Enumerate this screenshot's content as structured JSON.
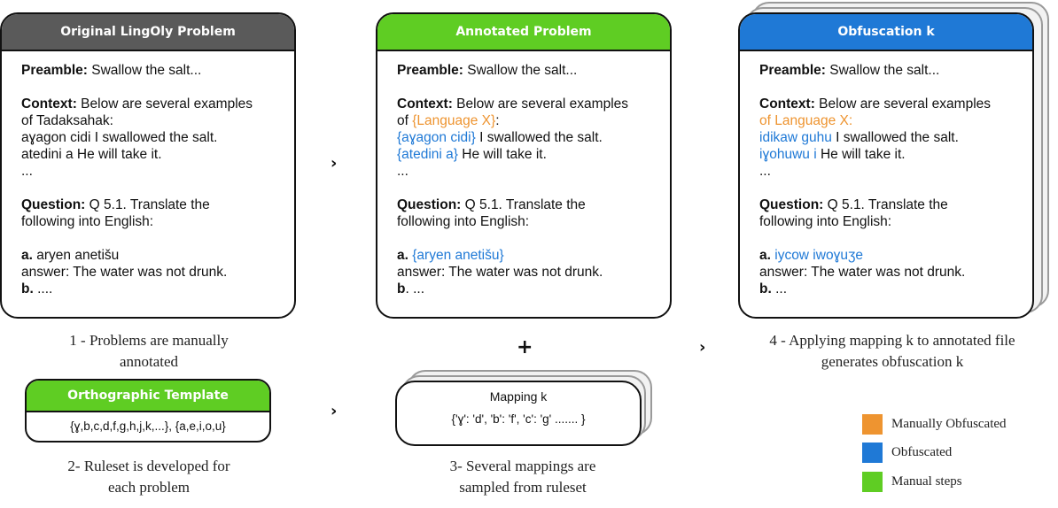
{
  "colors": {
    "grey": "#5a5a5a",
    "green": "#5fcd23",
    "blue": "#1f79d6",
    "orange": "#ee9430"
  },
  "card1": {
    "header": "Original LingOly Problem",
    "preamble_label": "Preamble:",
    "preamble_text": " Swallow the salt...",
    "context_label": "Context:",
    "context_text": " Below are several examples",
    "context_line2": "of Tadaksahak:",
    "ex1": "aɣagon cidi I swallowed the salt.",
    "ex2": "atedini a He will take it.",
    "ellipsis": "...",
    "question_label": "Question:",
    "question_text": " Q 5.1. Translate the",
    "question_line2": "following into English:",
    "a_label": "a.",
    "a_text": " aryen anetišu",
    "answer": "answer:   The water was not drunk.",
    "b_label": "b.",
    "b_text": " ...."
  },
  "card2": {
    "header": "Annotated Problem",
    "preamble_label": "Preamble:",
    "preamble_text": "  Swallow the salt...",
    "context_label": "Context:",
    "context_text": " Below are several examples",
    "of_text": "of ",
    "lang": "{Language X}",
    "colon": ":",
    "ex1_obf": "{aɣagon cidi}",
    "ex1_text": " I swallowed the salt.",
    "ex2_obf": "{atedini a}",
    "ex2_text": " He will take it.",
    "ellipsis": "...",
    "question_label": "Question:",
    "question_text": " Q 5.1. Translate the",
    "question_line2": "following into English:",
    "a_label": "a.",
    "a_obf": " {aryen anetišu}",
    "answer": "answer:   The water was not drunk.",
    "b_label": "b",
    "b_text": ". ..."
  },
  "card3": {
    "header": "Obfuscation k",
    "preamble_label": "Preamble:",
    "preamble_text": " Swallow the salt...",
    "context_label": "Context:",
    "context_text": " Below are several examples",
    "of_text": "of ",
    "lang": "Language X:",
    "ex1_obf": "idikaw guhu",
    "ex1_text": " I swallowed the salt.",
    "ex2_obf": "iɣohuwu i",
    "ex2_text": " He will take it.",
    "ellipsis": "...",
    "question_label": "Question:",
    "question_text": " Q 5.1. Translate the",
    "question_line2": "following  into English:",
    "a_label": "a.",
    "a_obf": " iycow iwoɣuʒe",
    "answer": "answer:   The water was not drunk.",
    "b_label": "b.",
    "b_text": " ..."
  },
  "template": {
    "header": "Orthographic Template",
    "text": "{ɣ,b,c,d,f,g,h,j,k,...}, {a,e,i,o,u}"
  },
  "mapping": {
    "title": "Mapping k",
    "text": "{'ɣ': 'd', 'b': 'f', 'c': 'g' ....... }"
  },
  "captions": {
    "c1a": "1 - Problems are manually",
    "c1b": "annotated",
    "c2a": "2- Ruleset is developed for",
    "c2b": "each problem",
    "c3a": "3- Several mappings are",
    "c3b": "sampled from ruleset",
    "c4a": "4 - Applying mapping k to annotated file",
    "c4b": "generates obfuscation k"
  },
  "arrows": {
    "symbol": "›",
    "plus": "+"
  },
  "legend": [
    {
      "label": "Manually Obfuscated",
      "color": "#ee9430"
    },
    {
      "label": "Obfuscated",
      "color": "#1f79d6"
    },
    {
      "label": "Manual steps",
      "color": "#5fcd23"
    }
  ]
}
